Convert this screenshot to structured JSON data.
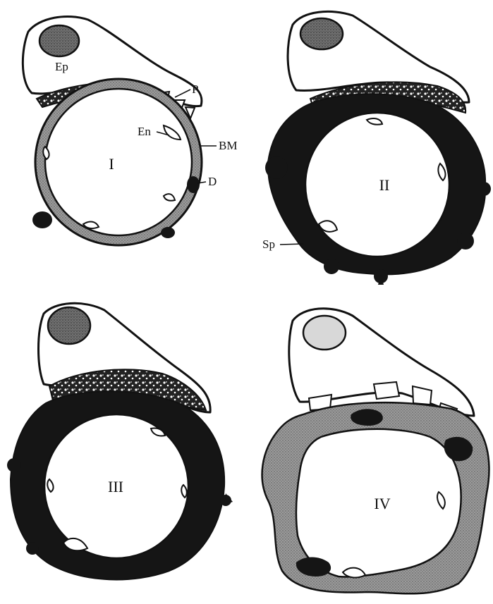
{
  "panels": [
    {
      "numeral": "I"
    },
    {
      "numeral": "II"
    },
    {
      "numeral": "III"
    },
    {
      "numeral": "IV"
    }
  ],
  "labels": {
    "ep": "Ep",
    "p": "P",
    "en": "En",
    "bm": "BM",
    "d": "D",
    "sp": "Sp"
  },
  "colors": {
    "ink": "#111111",
    "gray_fill": "#8a8a8a",
    "nucleus_fill": "#7a7a7a",
    "dark_fill": "#151515",
    "panel4_wall": "#9a9a9a"
  }
}
